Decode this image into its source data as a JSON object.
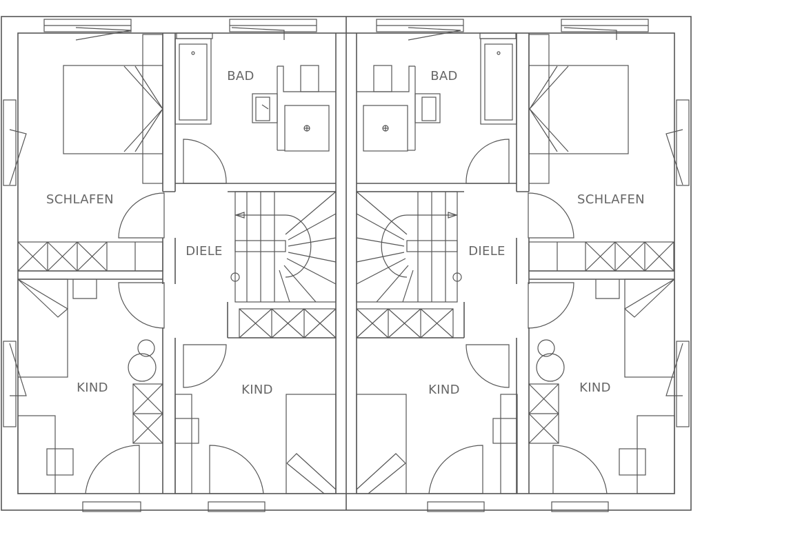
{
  "rooms": {
    "left": {
      "bad": "BAD",
      "schlafen": "SCHLAFEN",
      "diele": "DIELE",
      "kind_outer": "KIND",
      "kind_inner": "KIND"
    },
    "right": {
      "bad": "BAD",
      "schlafen": "SCHLAFEN",
      "diele": "DIELE",
      "kind_outer": "KIND",
      "kind_inner": "KIND"
    }
  },
  "colors": {
    "line": "#555555",
    "label": "#666666",
    "background": "#ffffff"
  }
}
